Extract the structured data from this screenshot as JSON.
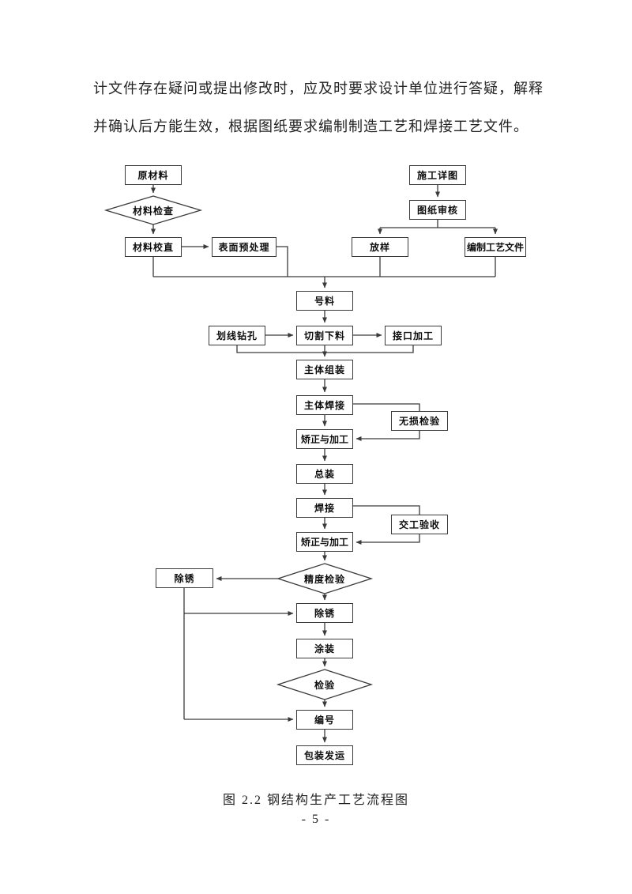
{
  "document": {
    "paragraph_lines": [
      "计文件存在疑问或提出修改时，应及时要求设计单位进行答疑，解释",
      "并确认后方能生效，根据图纸要求编制制造工艺和焊接工艺文件。"
    ],
    "figure_caption": "图 2.2 钢结构生产工艺流程图",
    "page_number": "- 5 -"
  },
  "flowchart": {
    "nodes": {
      "raw_material": "原材料",
      "material_check": "材料检查",
      "material_straighten": "材料校直",
      "surface_pretreat": "表面预处理",
      "shop_drawing": "施工详图",
      "drawing_review": "图纸审核",
      "lofting": "放样",
      "process_docs": "编制工艺文件",
      "marking": "号料",
      "scribe_drill": "划线钻孔",
      "cutting": "切割下料",
      "joint_machining": "接口加工",
      "body_assembly": "主体组装",
      "body_welding": "主体焊接",
      "ndt": "无损检验",
      "correction_1": "矫正与加工",
      "general_assembly": "总装",
      "welding": "焊接",
      "handover_acceptance": "交工验收",
      "correction_2": "矫正与加工",
      "precision_check": "精度检验",
      "derust_left": "除锈",
      "derust": "除锈",
      "painting": "涂装",
      "final_check": "检验",
      "numbering": "编号",
      "packing_shipping": "包装发运"
    }
  },
  "colors": {
    "ink": "#0d0d0d",
    "line": "#3a3a3a",
    "background": "#ffffff"
  }
}
